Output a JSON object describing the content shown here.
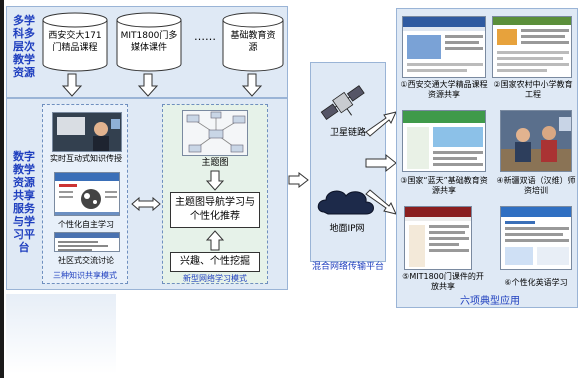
{
  "left_column": {
    "top_label": "多学科多层次教学资源",
    "middle_label": "数字教学资源共享服务与学习平台"
  },
  "resources": [
    {
      "label": "西安交大171门精品课程"
    },
    {
      "label": "MIT1800门多媒体课件"
    },
    {
      "label": "基础教育资源"
    }
  ],
  "ellipsis": "……",
  "knowledge_modes": {
    "items": [
      {
        "label": "实时互动式知识传授"
      },
      {
        "label": "个性化自主学习"
      },
      {
        "label": "社区式交流讨论"
      }
    ],
    "footer": "三种知识共享模式"
  },
  "learning_mode": {
    "topic_map_label": "主题图",
    "navigation_box": "主题图导航学习与个性化推荐",
    "interest_box": "兴趣、个性挖掘",
    "footer": "新型网络学习模式"
  },
  "transport": {
    "satellite": "卫星链路",
    "ground": "地面IP网",
    "footer": "混合网络传输平台"
  },
  "applications": {
    "items": [
      {
        "label": "①西安交通大学精品课程资源共享"
      },
      {
        "label": "②国家农村中小学教育工程"
      },
      {
        "label": "③国家“蓝天”基础教育资源共享"
      },
      {
        "label": "④新疆双语（汉维）师资培训"
      },
      {
        "label": "⑤MIT1800门课件的开放共享"
      },
      {
        "label": "⑥个性化英语学习"
      }
    ],
    "footer": "六项典型应用"
  }
}
